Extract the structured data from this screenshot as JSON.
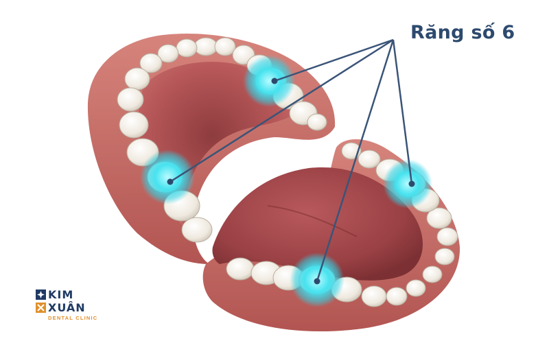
{
  "annotation": {
    "label": "Răng số 6"
  },
  "logo": {
    "line1": "KIM",
    "line2": "XUÂN",
    "tagline": "DENTAL CLINIC"
  },
  "colors": {
    "label_text": "#2d4a6e",
    "pointer_line": "#3a5478",
    "highlight": "#3ee6f0",
    "gum": "#c5605e",
    "tongue": "#a84c4f",
    "tooth": "#f1ece4",
    "logo_primary": "#1f3a63",
    "logo_accent": "#e0902c"
  },
  "icons": [
    "mouth-illustration",
    "molar-highlight",
    "logo-mark-icon"
  ]
}
